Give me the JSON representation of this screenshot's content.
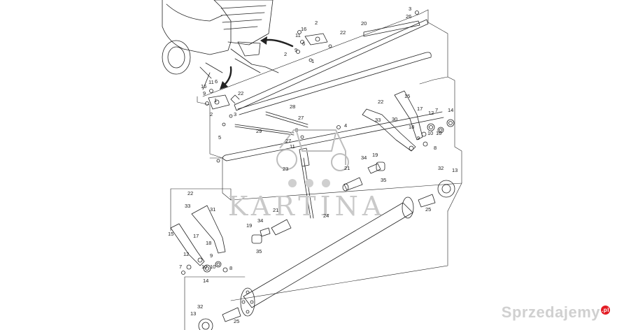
{
  "watermark": {
    "text": "KARTINA"
  },
  "brand": {
    "name": "Sprzedajemy",
    "suffix": ".pl"
  },
  "callouts": [
    {
      "id": "c3a",
      "label": "3"
    },
    {
      "id": "c26",
      "label": "26"
    },
    {
      "id": "c20",
      "label": "20"
    },
    {
      "id": "c2a",
      "label": "2"
    },
    {
      "id": "c16a",
      "label": "16"
    },
    {
      "id": "c11a",
      "label": "11"
    },
    {
      "id": "c6a",
      "label": "6"
    },
    {
      "id": "c9a",
      "label": "9"
    },
    {
      "id": "c22a",
      "label": "22"
    },
    {
      "id": "c1a",
      "label": "1"
    },
    {
      "id": "c2b",
      "label": "2"
    },
    {
      "id": "c16b",
      "label": "16"
    },
    {
      "id": "c11b",
      "label": "11"
    },
    {
      "id": "c6b",
      "label": "6"
    },
    {
      "id": "c9b",
      "label": "9"
    },
    {
      "id": "c22b",
      "label": "22"
    },
    {
      "id": "c1b",
      "label": "1"
    },
    {
      "id": "c2c",
      "label": "2"
    },
    {
      "id": "c3b",
      "label": "3"
    },
    {
      "id": "c28",
      "label": "28"
    },
    {
      "id": "c27a",
      "label": "27"
    },
    {
      "id": "c29",
      "label": "29"
    },
    {
      "id": "c4",
      "label": "4"
    },
    {
      "id": "c5",
      "label": "5"
    },
    {
      "id": "c27b",
      "label": "27"
    },
    {
      "id": "c11c",
      "label": "11"
    },
    {
      "id": "c23",
      "label": "23"
    },
    {
      "id": "c21a",
      "label": "21"
    },
    {
      "id": "c22c",
      "label": "22"
    },
    {
      "id": "c15a",
      "label": "15"
    },
    {
      "id": "c33a",
      "label": "33"
    },
    {
      "id": "c30",
      "label": "30"
    },
    {
      "id": "c17a",
      "label": "17"
    },
    {
      "id": "c12a",
      "label": "12"
    },
    {
      "id": "c7a",
      "label": "7"
    },
    {
      "id": "c14a",
      "label": "14"
    },
    {
      "id": "c18a",
      "label": "18"
    },
    {
      "id": "c10a",
      "label": "10"
    },
    {
      "id": "c10b",
      "label": "10"
    },
    {
      "id": "c9c",
      "label": "9"
    },
    {
      "id": "c8a",
      "label": "8"
    },
    {
      "id": "c34a",
      "label": "34"
    },
    {
      "id": "c19a",
      "label": "19"
    },
    {
      "id": "c35a",
      "label": "35"
    },
    {
      "id": "c32a",
      "label": "32"
    },
    {
      "id": "c13a",
      "label": "13"
    },
    {
      "id": "c22d",
      "label": "22"
    },
    {
      "id": "c33b",
      "label": "33"
    },
    {
      "id": "c31",
      "label": "31"
    },
    {
      "id": "c21b",
      "label": "21"
    },
    {
      "id": "c24",
      "label": "24"
    },
    {
      "id": "c25a",
      "label": "25"
    },
    {
      "id": "c15b",
      "label": "15"
    },
    {
      "id": "c17b",
      "label": "17"
    },
    {
      "id": "c34b",
      "label": "34"
    },
    {
      "id": "c19b",
      "label": "19"
    },
    {
      "id": "c35b",
      "label": "35"
    },
    {
      "id": "c18b",
      "label": "18"
    },
    {
      "id": "c12b",
      "label": "12"
    },
    {
      "id": "c9d",
      "label": "9"
    },
    {
      "id": "c7b",
      "label": "7"
    },
    {
      "id": "c10c",
      "label": "10"
    },
    {
      "id": "c10d",
      "label": "10"
    },
    {
      "id": "c8b",
      "label": "8"
    },
    {
      "id": "c14b",
      "label": "14"
    },
    {
      "id": "c32b",
      "label": "32"
    },
    {
      "id": "c13b",
      "label": "13"
    },
    {
      "id": "c25b",
      "label": "25"
    }
  ]
}
